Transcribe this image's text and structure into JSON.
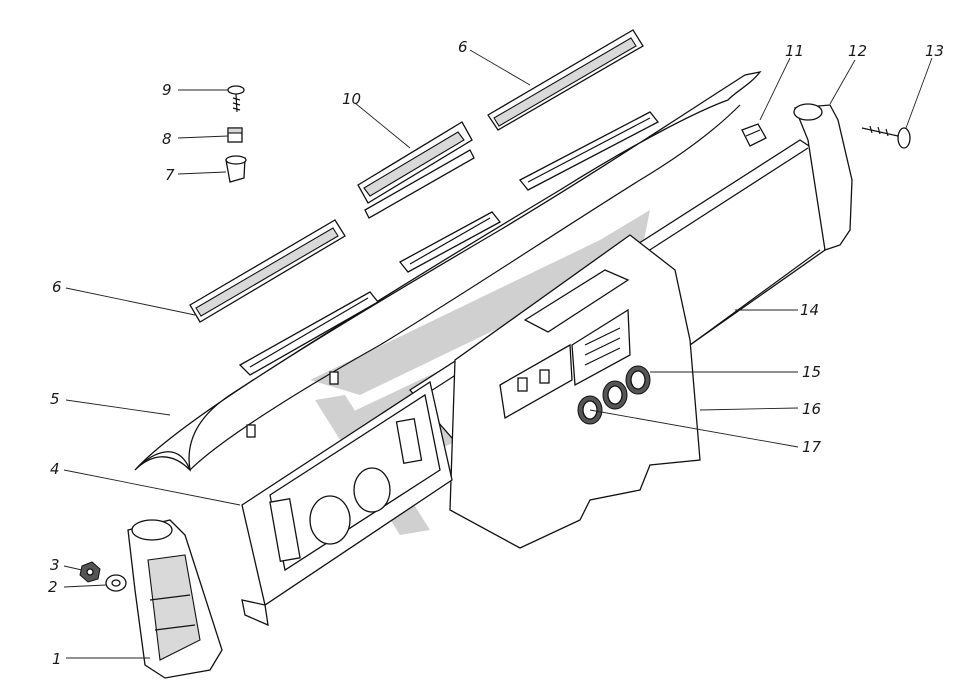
{
  "diagram": {
    "callouts": [
      {
        "id": "callout-1",
        "label": "1"
      },
      {
        "id": "callout-2",
        "label": "2"
      },
      {
        "id": "callout-3",
        "label": "3"
      },
      {
        "id": "callout-4",
        "label": "4"
      },
      {
        "id": "callout-5",
        "label": "5"
      },
      {
        "id": "callout-6-left",
        "label": "6"
      },
      {
        "id": "callout-6-top",
        "label": "6"
      },
      {
        "id": "callout-7",
        "label": "7"
      },
      {
        "id": "callout-8",
        "label": "8"
      },
      {
        "id": "callout-9",
        "label": "9"
      },
      {
        "id": "callout-10",
        "label": "10"
      },
      {
        "id": "callout-11",
        "label": "11"
      },
      {
        "id": "callout-12",
        "label": "12"
      },
      {
        "id": "callout-13",
        "label": "13"
      },
      {
        "id": "callout-14",
        "label": "14"
      },
      {
        "id": "callout-15",
        "label": "15"
      },
      {
        "id": "callout-16",
        "label": "16"
      },
      {
        "id": "callout-17",
        "label": "17"
      }
    ],
    "watermark_color": "#c8c8c8",
    "line_color": "#111111"
  }
}
